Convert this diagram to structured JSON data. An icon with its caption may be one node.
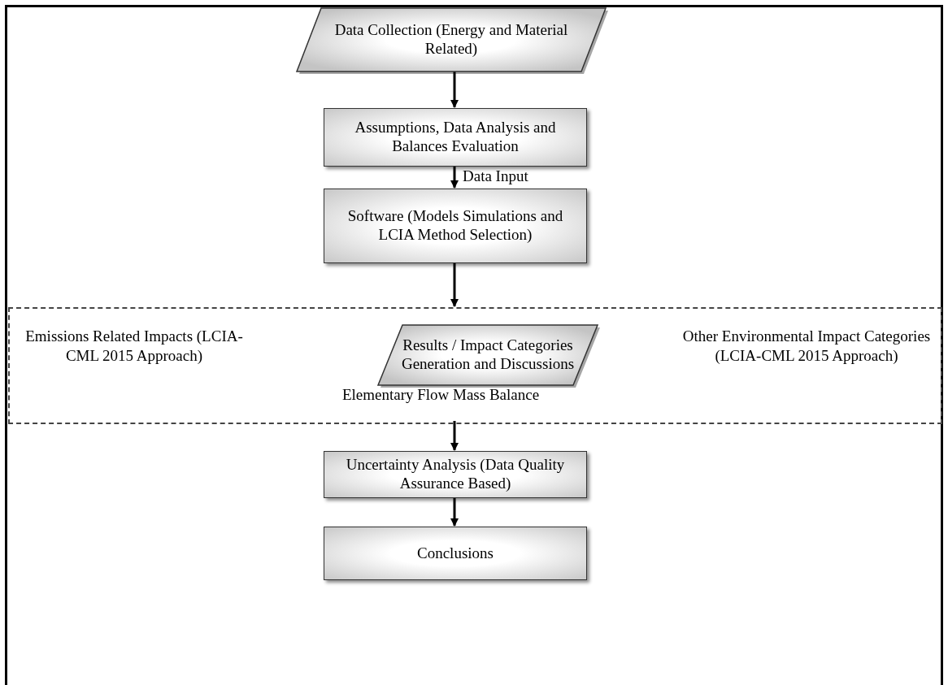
{
  "diagram": {
    "nodes": [
      {
        "text": [
          "Data Collection (Energy and Material Related)"
        ]
      },
      {
        "text": [
          "Assumptions, Data Analysis and Balances Evaluation"
        ]
      },
      {
        "text": [
          "Software (Models Simulations and LCIA Method Selection)"
        ]
      },
      {
        "text": [
          "Emissions Related Impacts (LCIA-CML 2015 Approach)",
          "Other Environmental Impact Categories (LCIA-CML 2015 Approach)",
          "Elementary Flow Mass Balance"
        ]
      },
      {
        "text": [
          "Results / Impact Categories Generation and Discussions"
        ],
        "in": 3
      },
      {
        "text": [
          "Uncertainty Analysis (Data Quality Assurance Based)"
        ]
      },
      {
        "text": [
          "Conclusions"
        ]
      }
    ],
    "edges": [
      {
        "from": 0,
        "to": 1,
        "arrow": "to"
      },
      {
        "from": 1,
        "to": 2,
        "arrow": "to",
        "label": "Data Input"
      },
      {
        "from": 2,
        "to": 3,
        "arrow": "to"
      },
      {
        "from": 3,
        "to": 5,
        "arrow": "to"
      },
      {
        "from": 5,
        "to": 6,
        "arrow": "to"
      }
    ]
  }
}
